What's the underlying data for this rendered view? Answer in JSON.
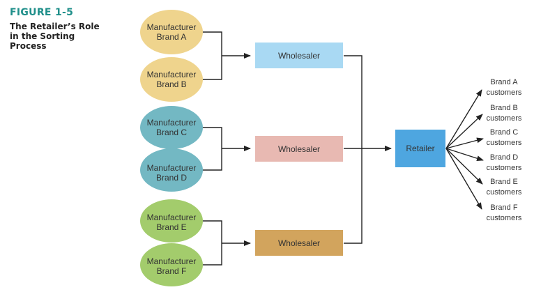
{
  "caption": {
    "figure_number": "FIGURE 1-5",
    "title_lines": [
      "The Retailer’s Role",
      "in the Sorting",
      "Process"
    ]
  },
  "manufacturers": [
    {
      "line1": "Manufacturer",
      "line2": "Brand A",
      "color": "#efd48d"
    },
    {
      "line1": "Manufacturer",
      "line2": "Brand B",
      "color": "#efd48d"
    },
    {
      "line1": "Manufacturer",
      "line2": "Brand C",
      "color": "#73b8c3"
    },
    {
      "line1": "Manufacturer",
      "line2": "Brand D",
      "color": "#73b8c3"
    },
    {
      "line1": "Manufacturer",
      "line2": "Brand E",
      "color": "#a3cc6c"
    },
    {
      "line1": "Manufacturer",
      "line2": "Brand F",
      "color": "#a3cc6c"
    }
  ],
  "wholesalers": [
    {
      "label": "Wholesaler",
      "color": "#a9d9f3"
    },
    {
      "label": "Wholesaler",
      "color": "#e8b9b2"
    },
    {
      "label": "Wholesaler",
      "color": "#d2a45d"
    }
  ],
  "retailer": {
    "label": "Retailer",
    "color": "#4ea6e0"
  },
  "customers": [
    {
      "line1": "Brand A",
      "line2": "customers"
    },
    {
      "line1": "Brand B",
      "line2": "customers"
    },
    {
      "line1": "Brand C",
      "line2": "customers"
    },
    {
      "line1": "Brand D",
      "line2": "customers"
    },
    {
      "line1": "Brand E",
      "line2": "customers"
    },
    {
      "line1": "Brand F",
      "line2": "customers"
    }
  ],
  "colors": {
    "line": "#222222"
  }
}
